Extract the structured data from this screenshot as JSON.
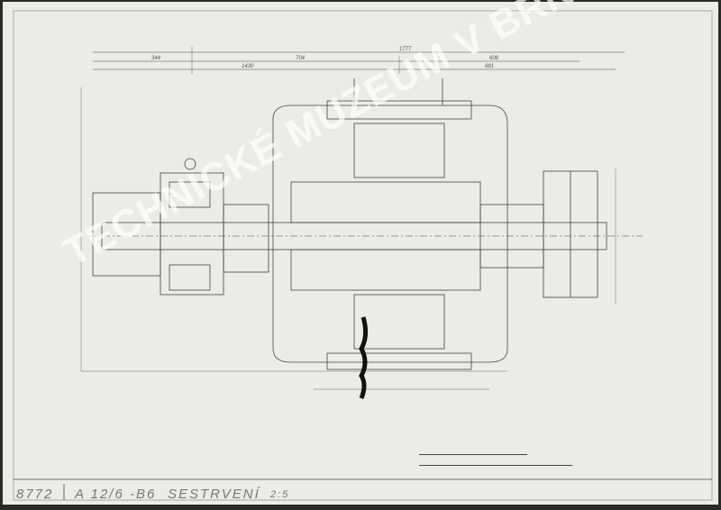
{
  "title_block": {
    "drawing_number": "8772",
    "part_code": "A 12/6 -B6",
    "title": "SESTRVENÍ",
    "scale": "2:5"
  },
  "dimensions": {
    "overall": "1777",
    "segments_top": [
      "344",
      "704",
      "608"
    ],
    "segments_second": [
      "1430",
      "881"
    ]
  },
  "watermark": "TECHNICKÉ MUZEUM V BRNĚ",
  "colors": {
    "paper": "#ecebe6",
    "ink": "#3a3a3a",
    "border": "#2a2a2a"
  }
}
